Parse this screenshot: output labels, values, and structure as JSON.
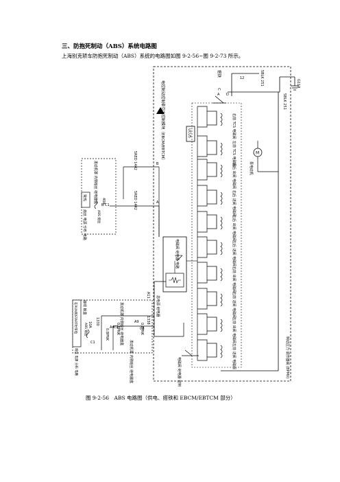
{
  "heading": "三、防抱死制动（ABS）系统电路图",
  "intro": "上海别克轿车防抱死制动（ABS）系统的电路图如图 9-2-56~图 9-2-73 所示。",
  "caption": "图 9-2-56　ABS 电路图（供电、搭铁和 EBCM/EBTCM 部分）",
  "diagram": {
    "module_label": "电控制动控制牵引力控制模块（EBCM/EBTCM）",
    "ground_label": "搭铁",
    "connector_c": "C",
    "pin_a": "A",
    "pin_b": "B",
    "pin_d": "D",
    "pin_12": "12",
    "wire_251_a": "5BLK 251",
    "wire_251_b": "5BLK 251",
    "ground_g": "G119",
    "valve_1": "右前 TCS 电磁阀",
    "valve_2": "左前 TCS 电磁阀",
    "motor_label": "泵电动机",
    "motor_symbol": "M",
    "valve_3": "右后 出阀 电磁阀",
    "valve_4": "右后 进阀 电磁阀",
    "valve_5": "左后 出阀 电磁阀",
    "valve_6": "左后 进阀 电磁阀",
    "valve_7": "右前 出阀 电磁阀",
    "valve_8": "右前 进阀 电磁阀",
    "valve_9": "左前 出阀 电磁阀",
    "valve_10": "左前 进阀 电磁阀",
    "ucu_label": "UCU5",
    "relay_label": "电磁阀 继电器 电路",
    "main_relay_label": "总电源 继电器",
    "solenoid_relay_label": "电磁阀 继电器 控制",
    "ebcm_box_label": "制动压力 调节器阀 (BPMV)",
    "pin_a11": "A11",
    "wire_1442_a": "5RED 1442",
    "wire_1442_b": "5RED 1442",
    "fuse_box_1_label": "发动机罩 内侧熔丝 继电器盒",
    "hot_label_1": "常热",
    "fuse_1": "40A",
    "fuse_name_1": "ABS 熔丝",
    "fuse_label_1": "熔丝 电源 分布 电路",
    "connector_c1": "C1",
    "connector_b": "B",
    "connector_c3": "C3",
    "hot_label_2": "在RUN和START时带电",
    "fuse_2": "10A",
    "fuse_name_2": "ABS 熔丝",
    "fuse_box_2_label": "发动机罩 内侧熔丝 继电器盒",
    "fuse_label_2": "熔丝 电源 分布 电路",
    "wire_1330": "1330",
    "wire_1338": "1338",
    "wire_pnk_a": "0.8PNK",
    "wire_pnk_b": "0.8PNK",
    "wire_pnk_c": "0.8PNK",
    "connector_a4": "A4",
    "connector_c2": "C2",
    "connector_a9": "A9",
    "fuse_box_3_label": "发动机罩 内侧熔丝 继电器盒",
    "pass_label": "接线 板盒"
  }
}
